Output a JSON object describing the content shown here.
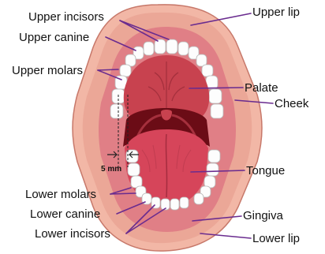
{
  "labels": {
    "upper_incisors": "Upper incisors",
    "upper_canine": "Upper canine",
    "upper_molars": "Upper molars",
    "upper_lip": "Upper lip",
    "palate": "Palate",
    "cheek": "Cheek",
    "tongue": "Tongue",
    "lower_molars": "Lower molars",
    "lower_canine": "Lower canine",
    "lower_incisors": "Lower incisors",
    "gingiva": "Gingiva",
    "lower_lip": "Lower lip"
  },
  "scale": {
    "label": "5 mm"
  },
  "colors": {
    "leader": "#6a2c8f",
    "lip": "#f2b7a6",
    "gum": "#e07f86",
    "palate": "#c8424f",
    "throat": "#6b0c16",
    "tongue": "#d6455a",
    "tooth": "#fdfdfd"
  }
}
